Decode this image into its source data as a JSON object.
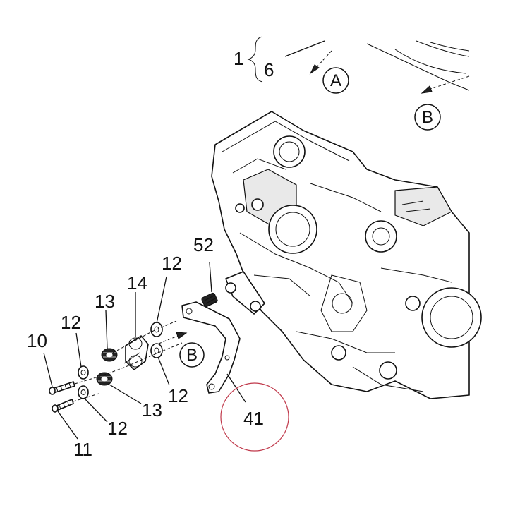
{
  "callouts": {
    "c1": "1",
    "c6": "6",
    "cA": "A",
    "cB_top": "B",
    "c52": "52",
    "c12_top": "12",
    "c14": "14",
    "c13_top": "13",
    "c12_left": "12",
    "c10": "10",
    "c12_mid": "12",
    "c13_bottom": "13",
    "c12_bottom": "12",
    "c11": "11",
    "cB_mid": "B",
    "c41": "41"
  },
  "highlight": {
    "target": "41",
    "color": "#c0394b"
  }
}
